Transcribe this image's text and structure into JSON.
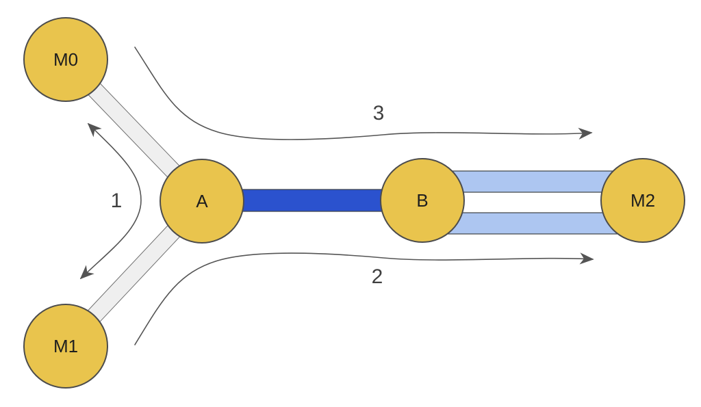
{
  "diagram": {
    "nodes": [
      {
        "id": "M0",
        "label": "M0"
      },
      {
        "id": "M1",
        "label": "M1"
      },
      {
        "id": "A",
        "label": "A"
      },
      {
        "id": "B",
        "label": "B"
      },
      {
        "id": "M2",
        "label": "M2"
      }
    ],
    "edges": [
      {
        "from": "M0",
        "to": "A",
        "style": "idle"
      },
      {
        "from": "M1",
        "to": "A",
        "style": "idle"
      },
      {
        "from": "A",
        "to": "B",
        "style": "primary"
      },
      {
        "from": "B",
        "to": "M2",
        "style": "secondary",
        "lanes": 2
      }
    ],
    "flows": [
      {
        "label": "1",
        "arrowheads": "both"
      },
      {
        "label": "2",
        "arrowheads": "right"
      },
      {
        "label": "3",
        "arrowheads": "right"
      }
    ],
    "colors": {
      "node_fill": "#E9C44D",
      "edge_idle": "#EFEFEF",
      "edge_primary": "#2B52CE",
      "edge_secondary": "#ADC6F1",
      "arrow": "#545454"
    }
  }
}
